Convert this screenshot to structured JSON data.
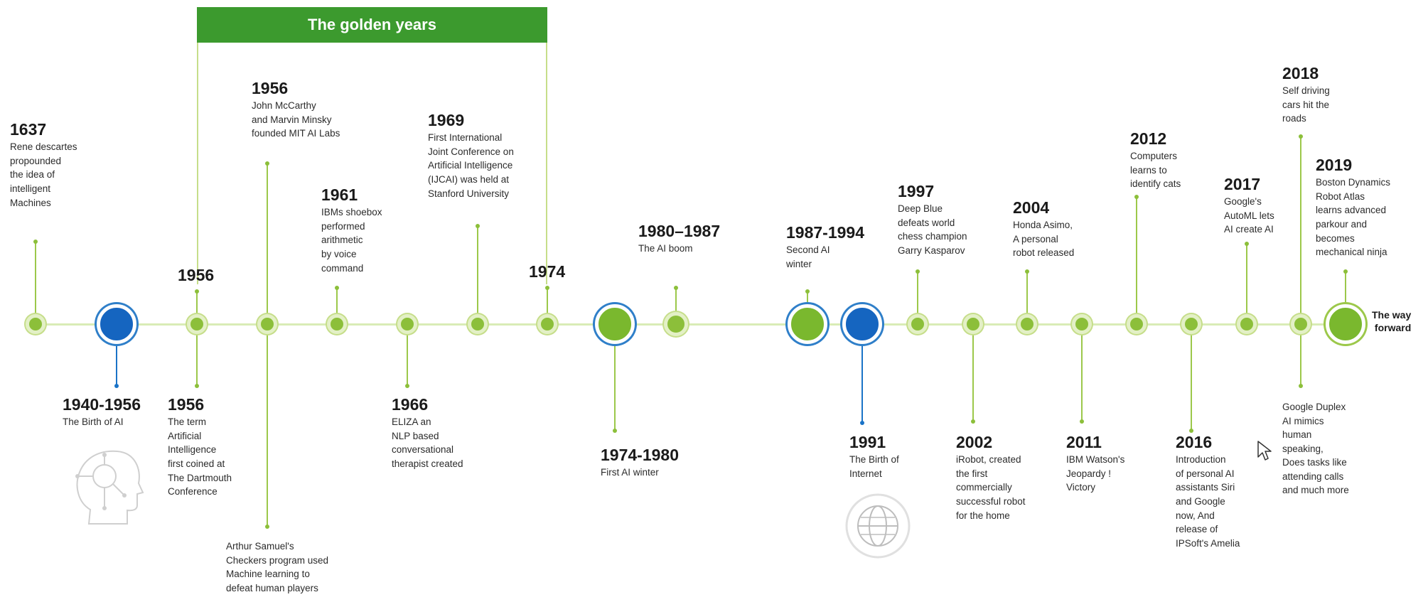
{
  "banner": {
    "title": "The golden years"
  },
  "forward_label": [
    "The way",
    "forward"
  ],
  "colors": {
    "green": "#3c9a2e",
    "node_green": "#8cbf3a",
    "blue": "#1565c0",
    "axis": "#d9ecb6"
  },
  "events": [
    {
      "year": "1637",
      "lines": [
        "Rene descartes",
        "propounded",
        "the idea of",
        "intelligent",
        "Machines"
      ]
    },
    {
      "year": "1940-1956",
      "lines": [
        "The Birth of AI"
      ]
    },
    {
      "year": "1956",
      "lines": []
    },
    {
      "year": "1956",
      "lines": [
        "The term",
        "Artificial",
        "Intelligence",
        "first coined at",
        "The Dartmouth",
        "Conference"
      ]
    },
    {
      "year": "1956",
      "lines": [
        "John McCarthy",
        "and Marvin Minsky",
        "founded MIT AI Labs"
      ]
    },
    {
      "year": "",
      "lines": [
        "Arthur Samuel's",
        "Checkers program used",
        "Machine learning to",
        "defeat human players"
      ]
    },
    {
      "year": "1961",
      "lines": [
        "IBMs shoebox",
        "performed",
        "arithmetic",
        "by voice",
        "command"
      ]
    },
    {
      "year": "1966",
      "lines": [
        "ELIZA an",
        "NLP based",
        "conversational",
        "therapist created"
      ]
    },
    {
      "year": "1969",
      "lines": [
        "First International",
        "Joint Conference on",
        "Artificial Intelligence",
        "(IJCAI) was held at",
        "Stanford University"
      ]
    },
    {
      "year": "1974",
      "lines": []
    },
    {
      "year": "1974-1980",
      "lines": [
        "First AI winter"
      ]
    },
    {
      "year": "1980–1987",
      "lines": [
        "The AI boom"
      ]
    },
    {
      "year": "1987-1994",
      "lines": [
        "Second AI",
        "winter"
      ]
    },
    {
      "year": "1991",
      "lines": [
        "The Birth of",
        "Internet"
      ]
    },
    {
      "year": "1997",
      "lines": [
        "Deep Blue",
        "defeats world",
        "chess champion",
        "Garry Kasparov"
      ]
    },
    {
      "year": "2002",
      "lines": [
        "iRobot, created",
        "the first",
        "commercially",
        "successful robot",
        "for the home"
      ]
    },
    {
      "year": "2004",
      "lines": [
        "Honda Asimo,",
        "A personal",
        "robot released"
      ]
    },
    {
      "year": "2011",
      "lines": [
        "IBM Watson's",
        "Jeopardy !",
        "Victory"
      ]
    },
    {
      "year": "2012",
      "lines": [
        "Computers",
        "learns to",
        "identify cats"
      ]
    },
    {
      "year": "2016",
      "lines": [
        "Introduction",
        "of personal AI",
        "assistants Siri",
        "and Google",
        "now, And",
        "release of",
        "IPSoft's Amelia"
      ]
    },
    {
      "year": "2017",
      "lines": [
        "Google's",
        "AutoML lets",
        "AI create AI"
      ]
    },
    {
      "year": "2018",
      "lines": [
        "Self driving",
        "cars hit the",
        "roads"
      ]
    },
    {
      "year": "",
      "lines": [
        "Google Duplex",
        "AI mimics",
        "human",
        "speaking,",
        "Does tasks like",
        "attending calls",
        "and much more"
      ]
    },
    {
      "year": "2019",
      "lines": [
        "Boston Dynamics",
        "Robot Atlas",
        "learns advanced",
        "parkour and",
        "becomes",
        "mechanical ninja"
      ]
    }
  ],
  "icons": [
    "ai-head-icon",
    "globe-icon",
    "cursor-icon"
  ]
}
